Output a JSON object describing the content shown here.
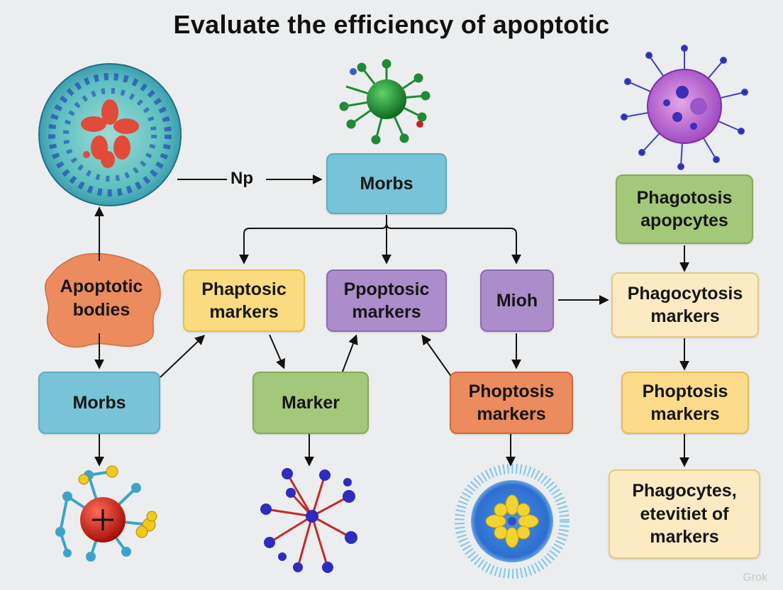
{
  "title": "Evaluate the efficiency of apoptotic",
  "edge_label": "Np",
  "nodes": {
    "morbs_top": "Morbs",
    "apoptotic_bodies": "Apoptotic\nbodies",
    "phaptosic_markers": "Phaptosic\nmarkers",
    "ppoptosic_markers": "Ppoptosic\nmarkers",
    "mioh": "Mioh",
    "morbs_left": "Morbs",
    "marker": "Marker",
    "phoptosis_markers_mid": "Phoptosis\nmarkers",
    "phagotosis_apopcytes": "Phagotosis\napopcytes",
    "phagocytosis_markers": "Phagocytosis\nmarkers",
    "phoptosis_markers_right": "Phoptosis\nmarkers",
    "phagocytes_final": "Phagocytes,\netevitiet of\nmarkers"
  },
  "watermark": "Grok",
  "colors": {
    "blue": "#78c3d8",
    "yellow": "#fbdb80",
    "purple": "#ac8ccb",
    "green": "#a4c879",
    "orange": "#eb8b5e",
    "cream": "#fbeac2"
  }
}
